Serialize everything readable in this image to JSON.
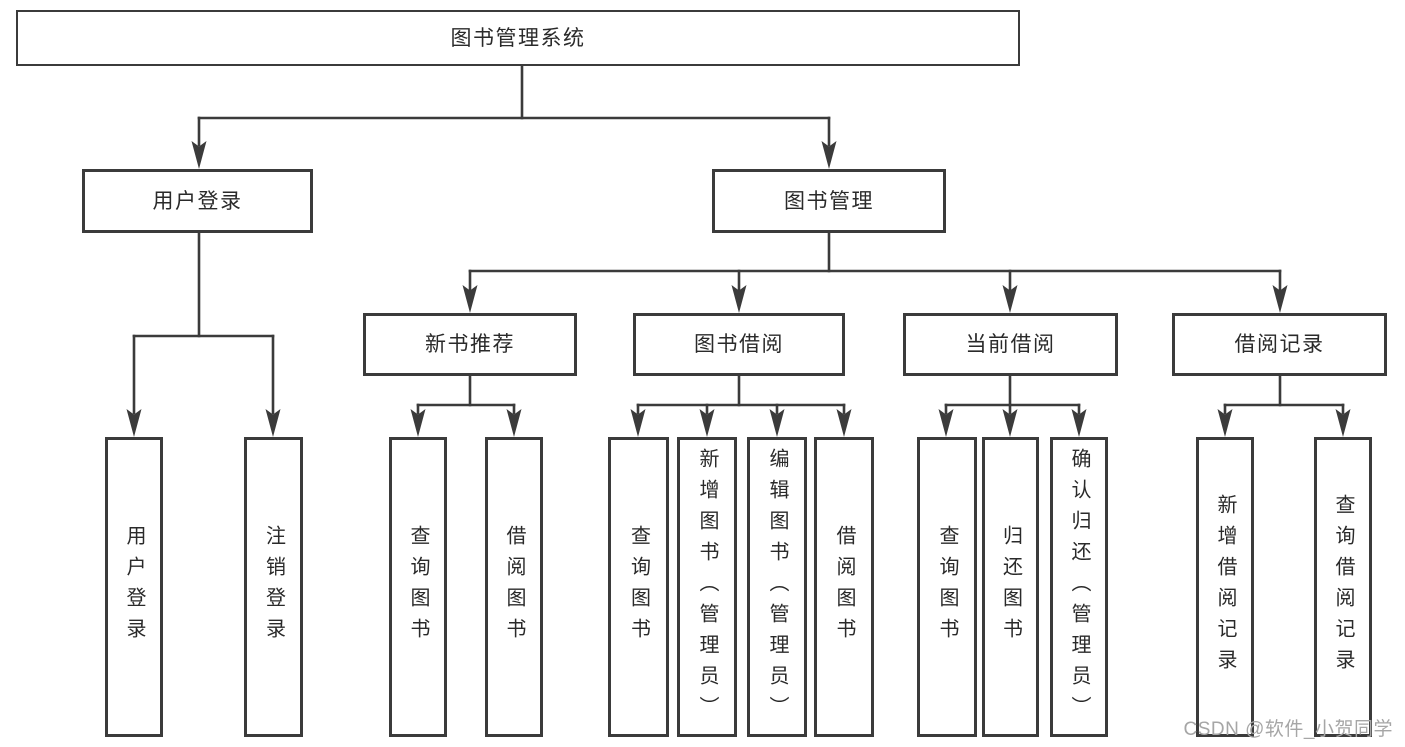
{
  "tree": {
    "root": {
      "label": "图书管理系统",
      "children": [
        {
          "label": "用户登录",
          "children": [
            {
              "label": "用户登录"
            },
            {
              "label": "注销登录"
            }
          ]
        },
        {
          "label": "图书管理",
          "children": [
            {
              "label": "新书推荐",
              "children": [
                {
                  "label": "查询图书"
                },
                {
                  "label": "借阅图书"
                }
              ]
            },
            {
              "label": "图书借阅",
              "children": [
                {
                  "label": "查询图书"
                },
                {
                  "label": "新增图书（管理员）"
                },
                {
                  "label": "编辑图书（管理员）"
                },
                {
                  "label": "借阅图书"
                }
              ]
            },
            {
              "label": "当前借阅",
              "children": [
                {
                  "label": "查询图书"
                },
                {
                  "label": "归还图书"
                },
                {
                  "label": "确认归还（管理员）"
                }
              ]
            },
            {
              "label": "借阅记录",
              "children": [
                {
                  "label": "新增借阅记录"
                },
                {
                  "label": "查询借阅记录"
                }
              ]
            }
          ]
        }
      ]
    }
  },
  "watermark": {
    "text": "CSDN @软件_小贺同学"
  },
  "colors": {
    "line": "#3b3b3b",
    "box_border": "#3b3b3b",
    "text": "#2a2a2a",
    "watermark": "#a6a6a6",
    "background": "#ffffff"
  }
}
